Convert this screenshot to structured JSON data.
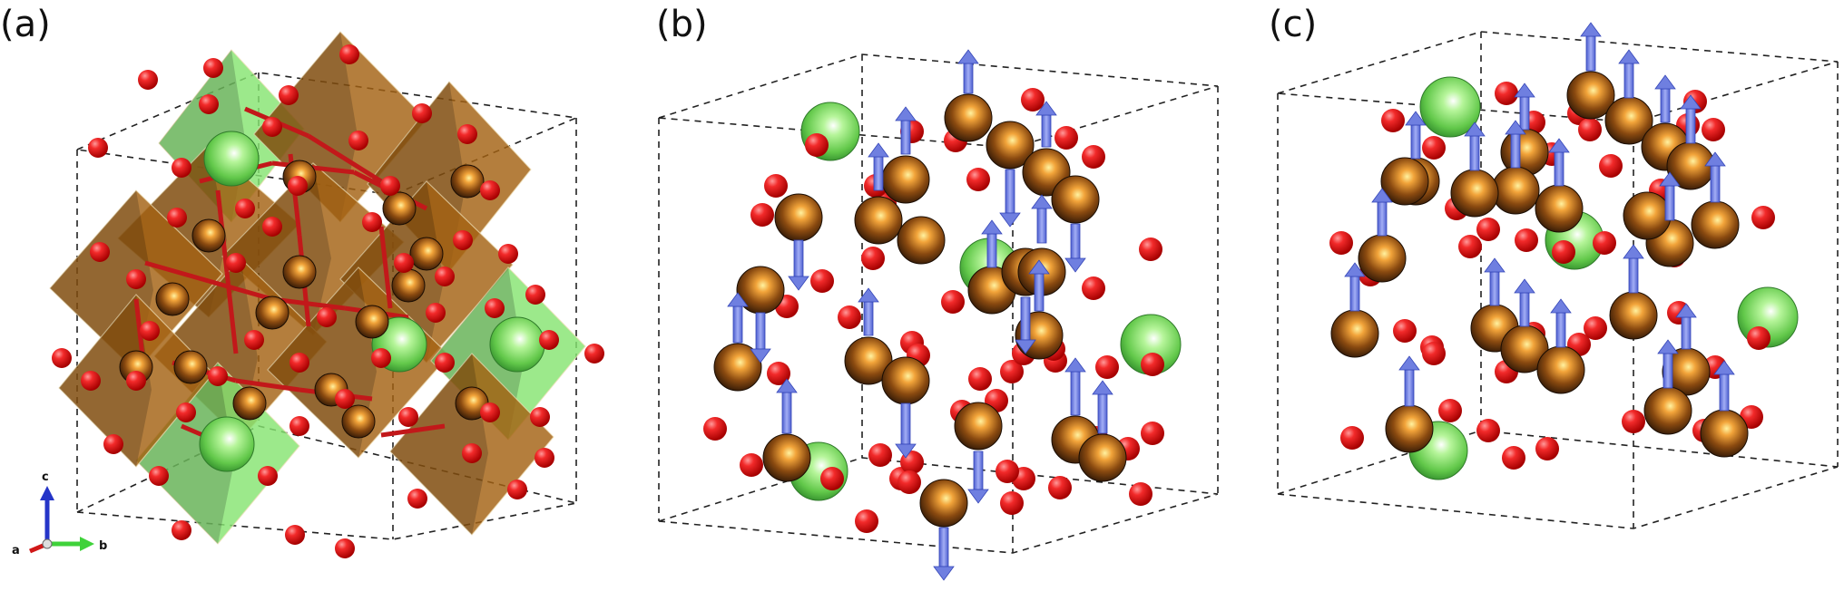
{
  "panels": [
    {
      "label": "(a)"
    },
    {
      "label": "(b)"
    },
    {
      "label": "(c)"
    }
  ],
  "axes": {
    "a": "a",
    "b": "b",
    "c": "c"
  },
  "colors": {
    "oxygen": "#e8141a",
    "metal": "#b06a12",
    "a_site": "#7fe05a",
    "spin_arrow": "#6f7fe0",
    "octahedron_brown": "#a46212",
    "octahedron_green": "#86e472",
    "cell_edge": "#111111"
  },
  "icons": {
    "spin": "arrow-icon",
    "axis": "axis-triad-icon"
  }
}
